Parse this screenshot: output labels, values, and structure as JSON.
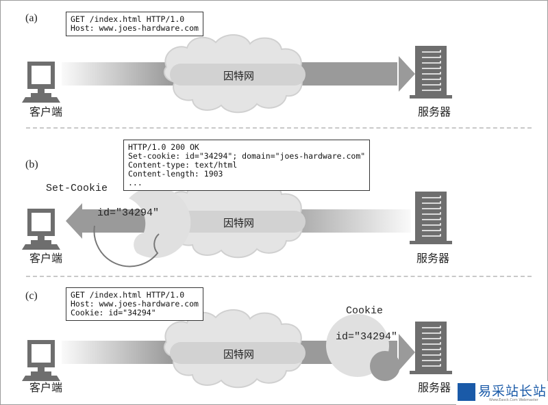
{
  "diagram": {
    "panels": [
      {
        "label": "(a)",
        "message": "GET /index.html HTTP/1.0\nHost: www.joes-hardware.com",
        "client_label": "客户端",
        "server_label": "服务器",
        "cloud_label": "因特网",
        "direction": "client-to-server"
      },
      {
        "label": "(b)",
        "message": "HTTP/1.0 200 OK\nSet-cookie: id=\"34294\"; domain=\"joes-hardware.com\"\nContent-type: text/html\nContent-length: 1903\n...",
        "client_label": "客户端",
        "server_label": "服务器",
        "cloud_label": "因特网",
        "cookie_title": "Set-Cookie",
        "cookie_id": "id=\"34294\"",
        "direction": "server-to-client"
      },
      {
        "label": "(c)",
        "message": "GET /index.html HTTP/1.0\nHost: www.joes-hardware.com\nCookie: id=\"34294\"",
        "client_label": "客户端",
        "server_label": "服务器",
        "cloud_label": "因特网",
        "cookie_title": "Cookie",
        "cookie_id": "id=\"34294\"",
        "direction": "client-to-server"
      }
    ]
  },
  "watermark": {
    "text": "易采站长站",
    "subtext": "Www.Easck.Com Webmaster"
  },
  "colors": {
    "arrow": "#9a9a9a",
    "cloud": "#e2e2e2",
    "device": "#6e6e6e"
  }
}
